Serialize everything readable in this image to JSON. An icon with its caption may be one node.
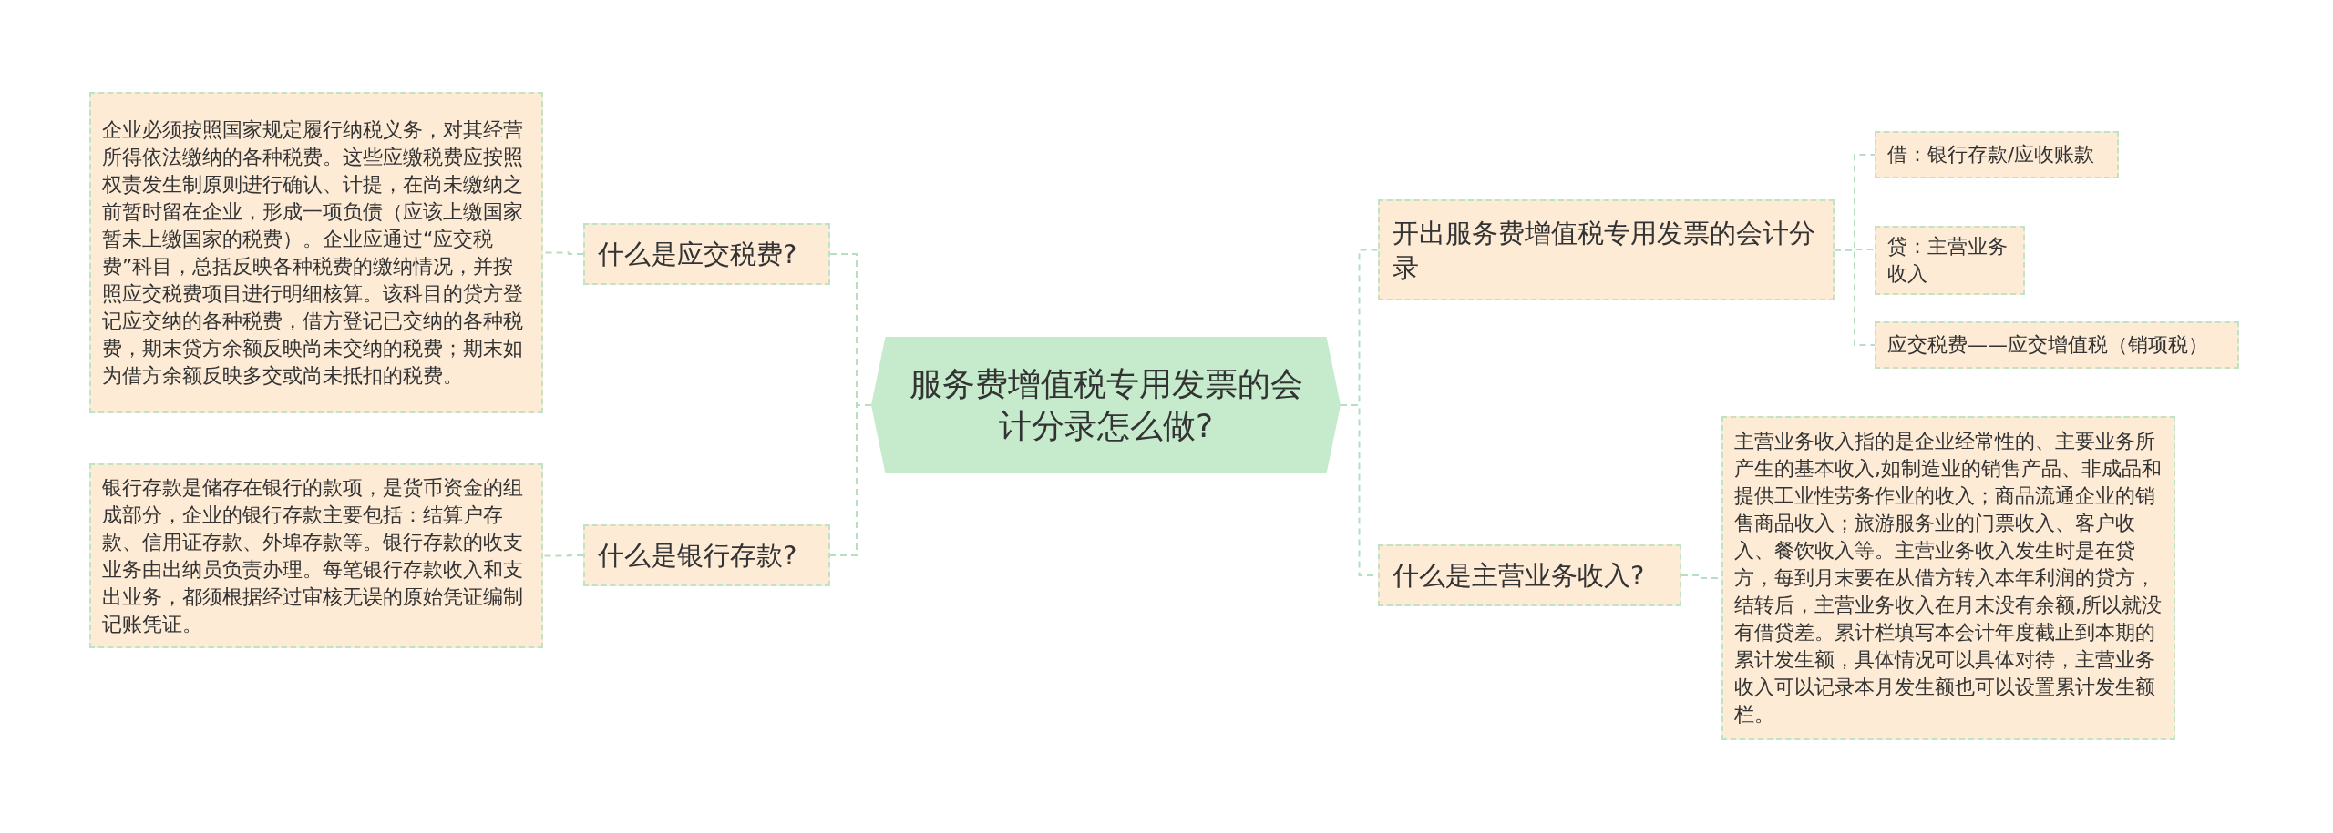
{
  "diagram": {
    "nodes": [
      {
        "text": [
          "服务费增值税专用发票的会计分录怎么做?"
        ]
      },
      {
        "text": [
          "什么是应交税费?"
        ]
      },
      {
        "text": [
          "企业必须按照国家规定履行纳税义务，对其经营所得依法缴纳的各种税费。这些应缴税费应按照权责发生制原则进行确认、计提，在尚未缴纳之前暂时留在企业，形成一项负债（应该上缴国家暂未上缴国家的税费）。企业应通过“应交税费”科目，总括反映各种税费的缴纳情况，并按照应交税费项目进行明细核算。该科目的贷方登记应交纳的各种税费，借方登记已交纳的各种税费，期末贷方余额反映尚未交纳的税费；期末如为借方余额反映多交或尚未抵扣的税费。"
        ]
      },
      {
        "text": [
          "什么是银行存款?"
        ]
      },
      {
        "text": [
          "银行存款是储存在银行的款项，是货币资金的组成部分，企业的银行存款主要包括：结算户存款、信用证存款、外埠存款等。银行存款的收支业务由出纳员负责办理。每笔银行存款收入和支出业务，都须根据经过审核无误的原始凭证编制记账凭证。"
        ]
      },
      {
        "text": [
          "开出服务费增值税专用发票的会计分录"
        ]
      },
      {
        "text": [
          "借：银行存款/应收账款"
        ]
      },
      {
        "text": [
          "贷：主营业务收入"
        ]
      },
      {
        "text": [
          "应交税费——应交增值税（销项税）"
        ]
      },
      {
        "text": [
          "什么是主营业务收入?"
        ]
      },
      {
        "text": [
          "主营业务收入指的是企业经常性的、主要业务所产生的基本收入,如制造业的销售产品、非成品和提供工业性劳务作业的收入；商品流通企业的销售商品收入；旅游服务业的门票收入、客户收入、餐饮收入等。主营业务收入发生时是在贷方，每到月末要在从借方转入本年利润的贷方，结转后，主营业务收入在月末没有余额,所以就没有借贷差。累计栏填写本会计年度截止到本期的累计发生额，具体情况可以具体对待，主营业务收入可以记录本月发生额也可以设置累计发生额栏。"
        ]
      }
    ],
    "edges": [
      {
        "from": 0,
        "to": 1,
        "arrow": "none"
      },
      {
        "from": 1,
        "to": 2,
        "arrow": "none"
      },
      {
        "from": 0,
        "to": 3,
        "arrow": "none"
      },
      {
        "from": 3,
        "to": 4,
        "arrow": "none"
      },
      {
        "from": 0,
        "to": 5,
        "arrow": "none"
      },
      {
        "from": 5,
        "to": 6,
        "arrow": "none"
      },
      {
        "from": 5,
        "to": 7,
        "arrow": "none"
      },
      {
        "from": 5,
        "to": 8,
        "arrow": "none"
      },
      {
        "from": 0,
        "to": 9,
        "arrow": "none"
      },
      {
        "from": 9,
        "to": 10,
        "arrow": "none"
      }
    ]
  }
}
